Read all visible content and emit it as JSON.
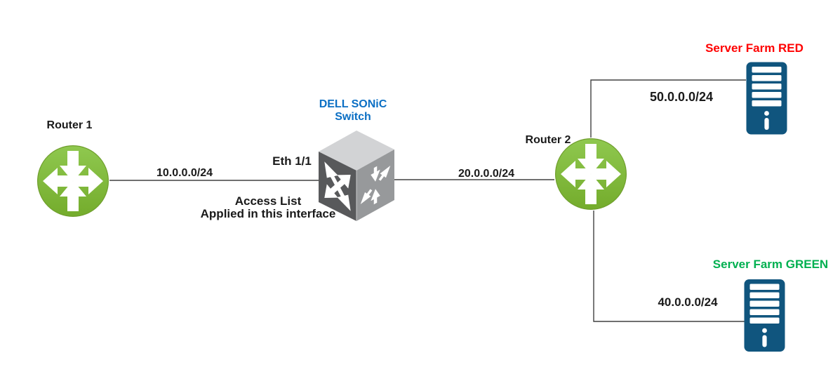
{
  "diagram": {
    "type": "network-topology",
    "nodes": {
      "router1": {
        "label": "Router 1",
        "type": "router"
      },
      "router2": {
        "label": "Router 2",
        "type": "router"
      },
      "switch": {
        "label_line1": "DELL SONiC",
        "label_line2": "Switch",
        "type": "switch"
      },
      "server_red": {
        "label": "Server Farm RED",
        "type": "server-tower"
      },
      "server_green": {
        "label": "Server Farm GREEN",
        "type": "server-tower"
      }
    },
    "links": [
      {
        "from": "router1",
        "to": "switch",
        "label": "10.0.0.0/24"
      },
      {
        "from": "switch",
        "to": "router2",
        "label": "20.0.0.0/24"
      },
      {
        "from": "router2",
        "to": "server_red",
        "label": "50.0.0.0/24"
      },
      {
        "from": "router2",
        "to": "server_green",
        "label": "40.0.0.0/24"
      }
    ],
    "annotations": {
      "interface_label": "Eth 1/1",
      "acl_note_line1": "Access List",
      "acl_note_line2": "Applied in this interface"
    },
    "icons": {
      "router1": "router-icon",
      "router2": "router-icon",
      "switch": "layer3-switch-cube-icon",
      "server_red": "server-tower-icon",
      "server_green": "server-tower-icon"
    },
    "colors": {
      "router_fill": "#82BD3A",
      "server_fill": "#10557E",
      "switch_top_face": "#D2D3D5",
      "switch_left_face": "#58595B",
      "switch_right_face": "#97999B",
      "dell_label_blue": "#0B6FC4",
      "server_red_label": "#FF0000",
      "server_green_label": "#00B050",
      "link_line": "#404040",
      "label_text": "#1A1A1A"
    }
  }
}
